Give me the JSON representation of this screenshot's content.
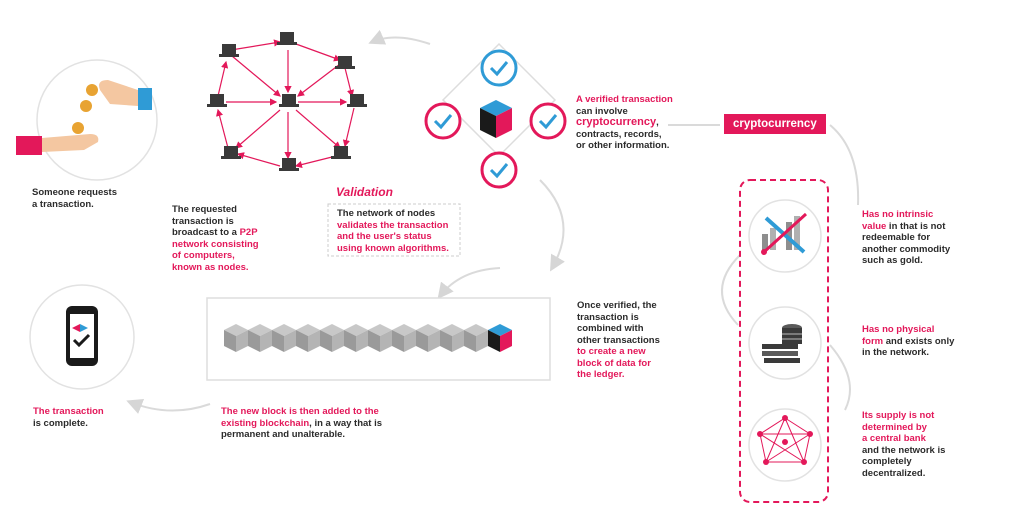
{
  "steps": {
    "request": {
      "text1": "Someone requests",
      "text2": "a transaction."
    },
    "broadcast": {
      "line1": "The requested",
      "line2": "transaction is",
      "line3": "broadcast to a ",
      "p2p": "P2P",
      "pink1": "network consisting",
      "pink2": "of computers,",
      "pink3": "known as nodes."
    },
    "validation": {
      "title": "Validation",
      "line1": "The network of nodes",
      "pink1": "validates the transaction",
      "pink2": "and the user's status",
      "pink3": "using known algorithms."
    },
    "verified": {
      "pink": "A verified transaction",
      "line2": "can involve",
      "crypto": "cryptocurrency",
      "comma": ",",
      "line4": "contracts, records,",
      "line5": "or other information."
    },
    "combined": {
      "line1": "Once verified, the",
      "line2": "transaction is",
      "line3": "combined with",
      "line4": "other transactions",
      "pink1": "to create a new",
      "pink2": "block of data for",
      "pink3": "the ledger."
    },
    "added": {
      "pink1": "The new block is then added to the",
      "pink2": "existing blockchain",
      "rest2": ", in a way that is",
      "line3": "permanent and unalterable."
    },
    "complete": {
      "pink": "The transaction",
      "line2": "is complete."
    }
  },
  "crypto_tag": "cryptocurrency",
  "properties": [
    {
      "pink1": "Has no intrinsic",
      "pink2": "value",
      "rest2": " in that is not",
      "line3": "redeemable for",
      "line4": "another commodity",
      "line5": "such as gold."
    },
    {
      "pink1": "Has no physical",
      "pink2": "form",
      "rest2": " and exists only",
      "line3": "in the network."
    },
    {
      "pink1": "Its supply is not",
      "pink2": "determined by",
      "pink3": "a central bank",
      "line4": "and the network is",
      "line5": "completely",
      "line6": "decentralized."
    }
  ],
  "colors": {
    "accent": "#e3185a",
    "text": "#2b2b2b",
    "blue": "#2f9bd6"
  },
  "icons": [
    "hand-coins-icon",
    "computer-node-icon",
    "check-circle-icon",
    "block-cube-icon",
    "phone-check-icon",
    "chart-cross-icon",
    "coin-stack-icon",
    "network-mesh-icon"
  ]
}
